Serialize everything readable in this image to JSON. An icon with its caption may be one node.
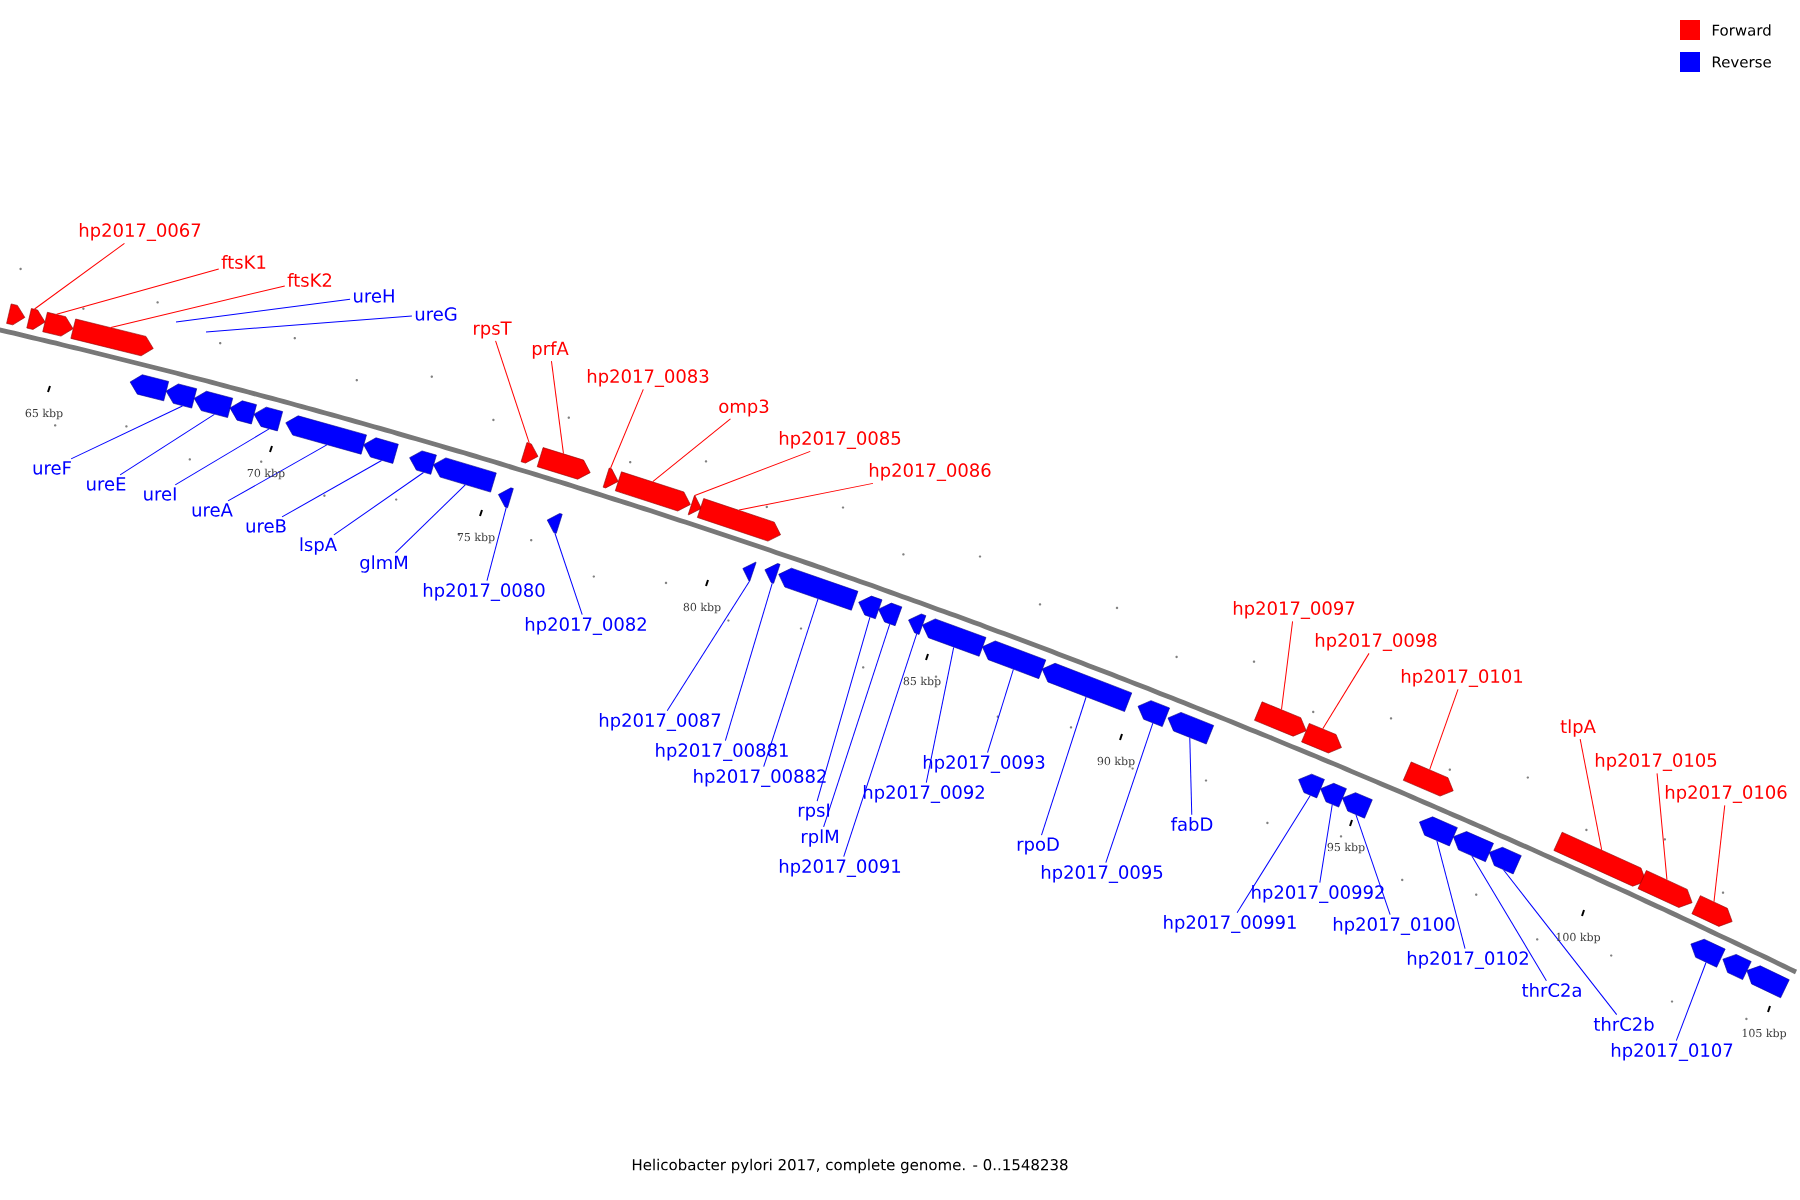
{
  "diagram": {
    "caption": "Helicobacter pylori 2017, complete genome. - 0..1548238",
    "nodes": [
      {
        "text": [
          "hp2017_0067"
        ]
      },
      {
        "text": [],
        "shape": "arrow"
      },
      {
        "text": [
          "ftsK1"
        ]
      },
      {
        "text": [],
        "shape": "arrow"
      },
      {
        "text": [
          "ftsK2"
        ]
      },
      {
        "text": [],
        "shape": "arrow"
      },
      {
        "text": [
          "ureH"
        ]
      },
      {
        "text": [
          "ureG"
        ]
      },
      {
        "text": [
          "ureF"
        ]
      },
      {
        "text": [],
        "shape": "arrow"
      },
      {
        "text": [
          "ureE"
        ]
      },
      {
        "text": [],
        "shape": "arrow"
      },
      {
        "text": [
          "ureI"
        ]
      },
      {
        "text": [],
        "shape": "arrow"
      },
      {
        "text": [
          "ureA"
        ]
      },
      {
        "text": [],
        "shape": "arrow"
      },
      {
        "text": [
          "ureB"
        ]
      },
      {
        "text": [],
        "shape": "arrow"
      },
      {
        "text": [
          "lspA"
        ]
      },
      {
        "text": [],
        "shape": "arrow"
      },
      {
        "text": [
          "glmM"
        ]
      },
      {
        "text": [],
        "shape": "arrow"
      },
      {
        "text": [
          "rpsT"
        ]
      },
      {
        "text": [],
        "shape": "arrow"
      },
      {
        "text": [
          "prfA"
        ]
      },
      {
        "text": [],
        "shape": "arrow"
      },
      {
        "text": [
          "hp2017_0080"
        ]
      },
      {
        "text": [],
        "shape": "arrow"
      },
      {
        "text": [
          "hp2017_0082"
        ]
      },
      {
        "text": [],
        "shape": "arrow"
      },
      {
        "text": [
          "hp2017_0083"
        ]
      },
      {
        "text": [],
        "shape": "arrow"
      },
      {
        "text": [
          "omp3"
        ]
      },
      {
        "text": [],
        "shape": "arrow"
      },
      {
        "text": [
          "hp2017_0085"
        ]
      },
      {
        "text": [],
        "shape": "arrow"
      },
      {
        "text": [
          "hp2017_0086"
        ]
      },
      {
        "text": [],
        "shape": "arrow"
      },
      {
        "text": [
          "hp2017_0087"
        ]
      },
      {
        "text": [],
        "shape": "arrow"
      },
      {
        "text": [
          "hp2017_00881"
        ]
      },
      {
        "text": [],
        "shape": "arrow"
      },
      {
        "text": [
          "hp2017_00882"
        ]
      },
      {
        "text": [],
        "shape": "arrow"
      },
      {
        "text": [
          "rpsI"
        ]
      },
      {
        "text": [],
        "shape": "arrow"
      },
      {
        "text": [
          "rplM"
        ]
      },
      {
        "text": [],
        "shape": "arrow"
      },
      {
        "text": [
          "hp2017_0091"
        ]
      },
      {
        "text": [],
        "shape": "arrow"
      },
      {
        "text": [
          "hp2017_0092"
        ]
      },
      {
        "text": [],
        "shape": "arrow"
      },
      {
        "text": [
          "hp2017_0093"
        ]
      },
      {
        "text": [],
        "shape": "arrow"
      },
      {
        "text": [
          "rpoD"
        ]
      },
      {
        "text": [],
        "shape": "arrow"
      },
      {
        "text": [
          "hp2017_0095"
        ]
      },
      {
        "text": [],
        "shape": "arrow"
      },
      {
        "text": [
          "fabD"
        ]
      },
      {
        "text": [],
        "shape": "arrow"
      },
      {
        "text": [
          "hp2017_0097"
        ]
      },
      {
        "text": [],
        "shape": "arrow"
      },
      {
        "text": [
          "hp2017_0098"
        ]
      },
      {
        "text": [],
        "shape": "arrow"
      },
      {
        "text": [
          "hp2017_0101"
        ]
      },
      {
        "text": [],
        "shape": "arrow"
      },
      {
        "text": [
          "hp2017_00991"
        ]
      },
      {
        "text": [],
        "shape": "arrow"
      },
      {
        "text": [
          "hp2017_00992"
        ]
      },
      {
        "text": [],
        "shape": "arrow"
      },
      {
        "text": [
          "hp2017_0100"
        ]
      },
      {
        "text": [],
        "shape": "arrow"
      },
      {
        "text": [
          "tlpA"
        ]
      },
      {
        "text": [],
        "shape": "arrow"
      },
      {
        "text": [
          "hp2017_0105"
        ]
      },
      {
        "text": [],
        "shape": "arrow"
      },
      {
        "text": [
          "hp2017_0106"
        ]
      },
      {
        "text": [],
        "shape": "arrow"
      },
      {
        "text": [
          "hp2017_0102"
        ]
      },
      {
        "text": [],
        "shape": "arrow"
      },
      {
        "text": [
          "thrC2a"
        ]
      },
      {
        "text": [],
        "shape": "arrow"
      },
      {
        "text": [
          "thrC2b"
        ]
      },
      {
        "text": [],
        "shape": "arrow"
      },
      {
        "text": [
          "hp2017_0107"
        ]
      },
      {
        "text": [],
        "shape": "arrow"
      },
      {
        "text": [],
        "shape": "arrow"
      },
      {
        "text": [],
        "shape": "arrow"
      },
      {
        "text": [],
        "shape": "arrow"
      },
      {
        "text": [],
        "shape": "arrow"
      },
      {
        "text": [],
        "shape": "arrow"
      }
    ],
    "edges": [
      {
        "from": 0,
        "to": 1,
        "arrow": "none",
        "color": "#ff0000"
      },
      {
        "from": 2,
        "to": 3,
        "arrow": "none",
        "color": "#ff0000"
      },
      {
        "from": 4,
        "to": 5,
        "arrow": "none",
        "color": "#ff0000"
      },
      {
        "from": 6,
        "to": null,
        "arrow": "none",
        "color": "#0000ff"
      },
      {
        "from": 7,
        "to": null,
        "arrow": "none",
        "color": "#0000ff"
      },
      {
        "from": 8,
        "to": 9,
        "arrow": "none",
        "color": "#0000ff"
      },
      {
        "from": 10,
        "to": 11,
        "arrow": "none",
        "color": "#0000ff"
      },
      {
        "from": 12,
        "to": 13,
        "arrow": "none",
        "color": "#0000ff"
      },
      {
        "from": 14,
        "to": 15,
        "arrow": "none",
        "color": "#0000ff"
      },
      {
        "from": 16,
        "to": 17,
        "arrow": "none",
        "color": "#0000ff"
      },
      {
        "from": 18,
        "to": 19,
        "arrow": "none",
        "color": "#0000ff"
      },
      {
        "from": 20,
        "to": 21,
        "arrow": "none",
        "color": "#0000ff"
      },
      {
        "from": 22,
        "to": 23,
        "arrow": "none",
        "color": "#ff0000"
      },
      {
        "from": 24,
        "to": 25,
        "arrow": "none",
        "color": "#ff0000"
      },
      {
        "from": 26,
        "to": 27,
        "arrow": "none",
        "color": "#0000ff"
      },
      {
        "from": 28,
        "to": 29,
        "arrow": "none",
        "color": "#0000ff"
      },
      {
        "from": 30,
        "to": 31,
        "arrow": "none",
        "color": "#ff0000"
      },
      {
        "from": 32,
        "to": 33,
        "arrow": "none",
        "color": "#ff0000"
      },
      {
        "from": 34,
        "to": 35,
        "arrow": "none",
        "color": "#ff0000"
      },
      {
        "from": 36,
        "to": 37,
        "arrow": "none",
        "color": "#ff0000"
      },
      {
        "from": 38,
        "to": 39,
        "arrow": "none",
        "color": "#0000ff"
      },
      {
        "from": 40,
        "to": 41,
        "arrow": "none",
        "color": "#0000ff"
      },
      {
        "from": 42,
        "to": 43,
        "arrow": "none",
        "color": "#0000ff"
      },
      {
        "from": 44,
        "to": 45,
        "arrow": "none",
        "color": "#0000ff"
      },
      {
        "from": 46,
        "to": 47,
        "arrow": "none",
        "color": "#0000ff"
      },
      {
        "from": 48,
        "to": 49,
        "arrow": "none",
        "color": "#0000ff"
      },
      {
        "from": 50,
        "to": 51,
        "arrow": "none",
        "color": "#0000ff"
      },
      {
        "from": 52,
        "to": 53,
        "arrow": "none",
        "color": "#0000ff"
      },
      {
        "from": 54,
        "to": 55,
        "arrow": "none",
        "color": "#0000ff"
      },
      {
        "from": 56,
        "to": 57,
        "arrow": "none",
        "color": "#0000ff"
      },
      {
        "from": 58,
        "to": 59,
        "arrow": "none",
        "color": "#0000ff"
      },
      {
        "from": 60,
        "to": 61,
        "arrow": "none",
        "color": "#ff0000"
      },
      {
        "from": 62,
        "to": 63,
        "arrow": "none",
        "color": "#ff0000"
      },
      {
        "from": 64,
        "to": 65,
        "arrow": "none",
        "color": "#ff0000"
      },
      {
        "from": 66,
        "to": 67,
        "arrow": "none",
        "color": "#0000ff"
      },
      {
        "from": 68,
        "to": 69,
        "arrow": "none",
        "color": "#0000ff"
      },
      {
        "from": 70,
        "to": 71,
        "arrow": "none",
        "color": "#0000ff"
      },
      {
        "from": 72,
        "to": 73,
        "arrow": "none",
        "color": "#ff0000"
      },
      {
        "from": 74,
        "to": 75,
        "arrow": "none",
        "color": "#ff0000"
      },
      {
        "from": 76,
        "to": 77,
        "arrow": "none",
        "color": "#ff0000"
      },
      {
        "from": 78,
        "to": 79,
        "arrow": "none",
        "color": "#0000ff"
      },
      {
        "from": 80,
        "to": 81,
        "arrow": "none",
        "color": "#0000ff"
      },
      {
        "from": 82,
        "to": 83,
        "arrow": "none",
        "color": "#0000ff"
      },
      {
        "from": 84,
        "to": 85,
        "arrow": "none",
        "color": "#0000ff"
      }
    ],
    "labels": [
      "65 kbp",
      "70 kbp",
      "75 kbp",
      "80 kbp",
      "85 kbp",
      "90 kbp",
      "95 kbp",
      "100 kbp",
      "105 kbp"
    ],
    "legend": [
      {
        "text": "Forward",
        "color": "#ff0000"
      },
      {
        "text": "Reverse",
        "color": "#0000ff"
      }
    ]
  }
}
